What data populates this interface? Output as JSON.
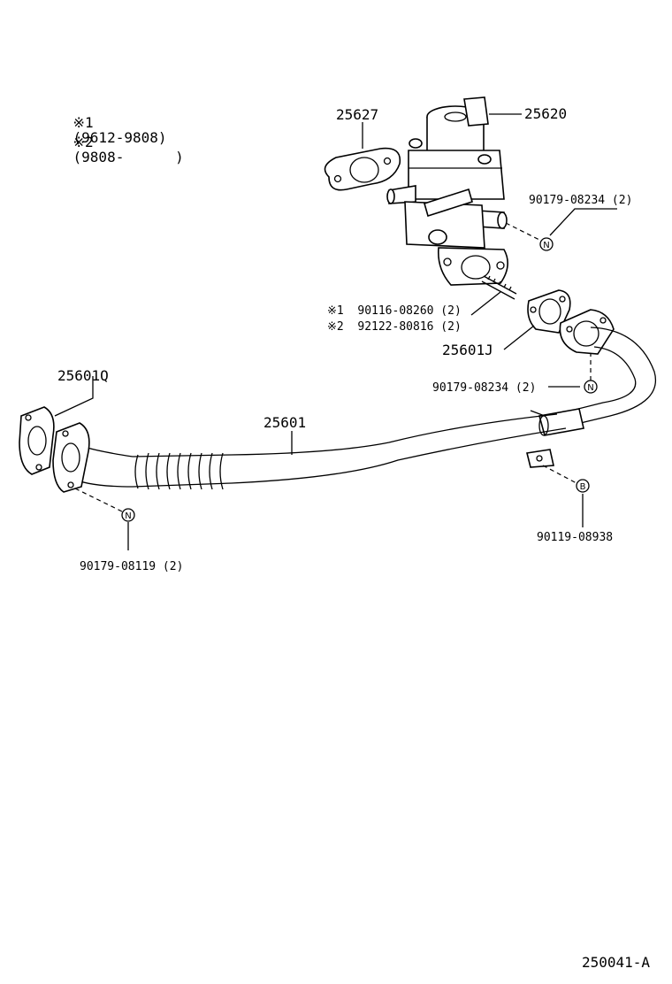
{
  "notes": [
    {
      "mark": "※1",
      "range": "(9612-9808)"
    },
    {
      "mark": "※2",
      "range": "(9808-      )"
    }
  ],
  "callouts": {
    "gasket_upper": "25627",
    "valve": "25620",
    "nut_valve_right": "90179-08234 (2)",
    "stud_1": "※1  90116-08260 (2)",
    "stud_2": "※2  92122-80816 (2)",
    "gasket_mid": "25601J",
    "nut_pipe_right": "90179-08234 (2)",
    "gasket_left": "25601Q",
    "pipe": "25601",
    "bolt_bracket": "90119-08938",
    "nut_pipe_left": "90179-08119 (2)"
  },
  "symbols": {
    "nut": "N",
    "bolt": "B"
  },
  "figure_id": "250041-A"
}
